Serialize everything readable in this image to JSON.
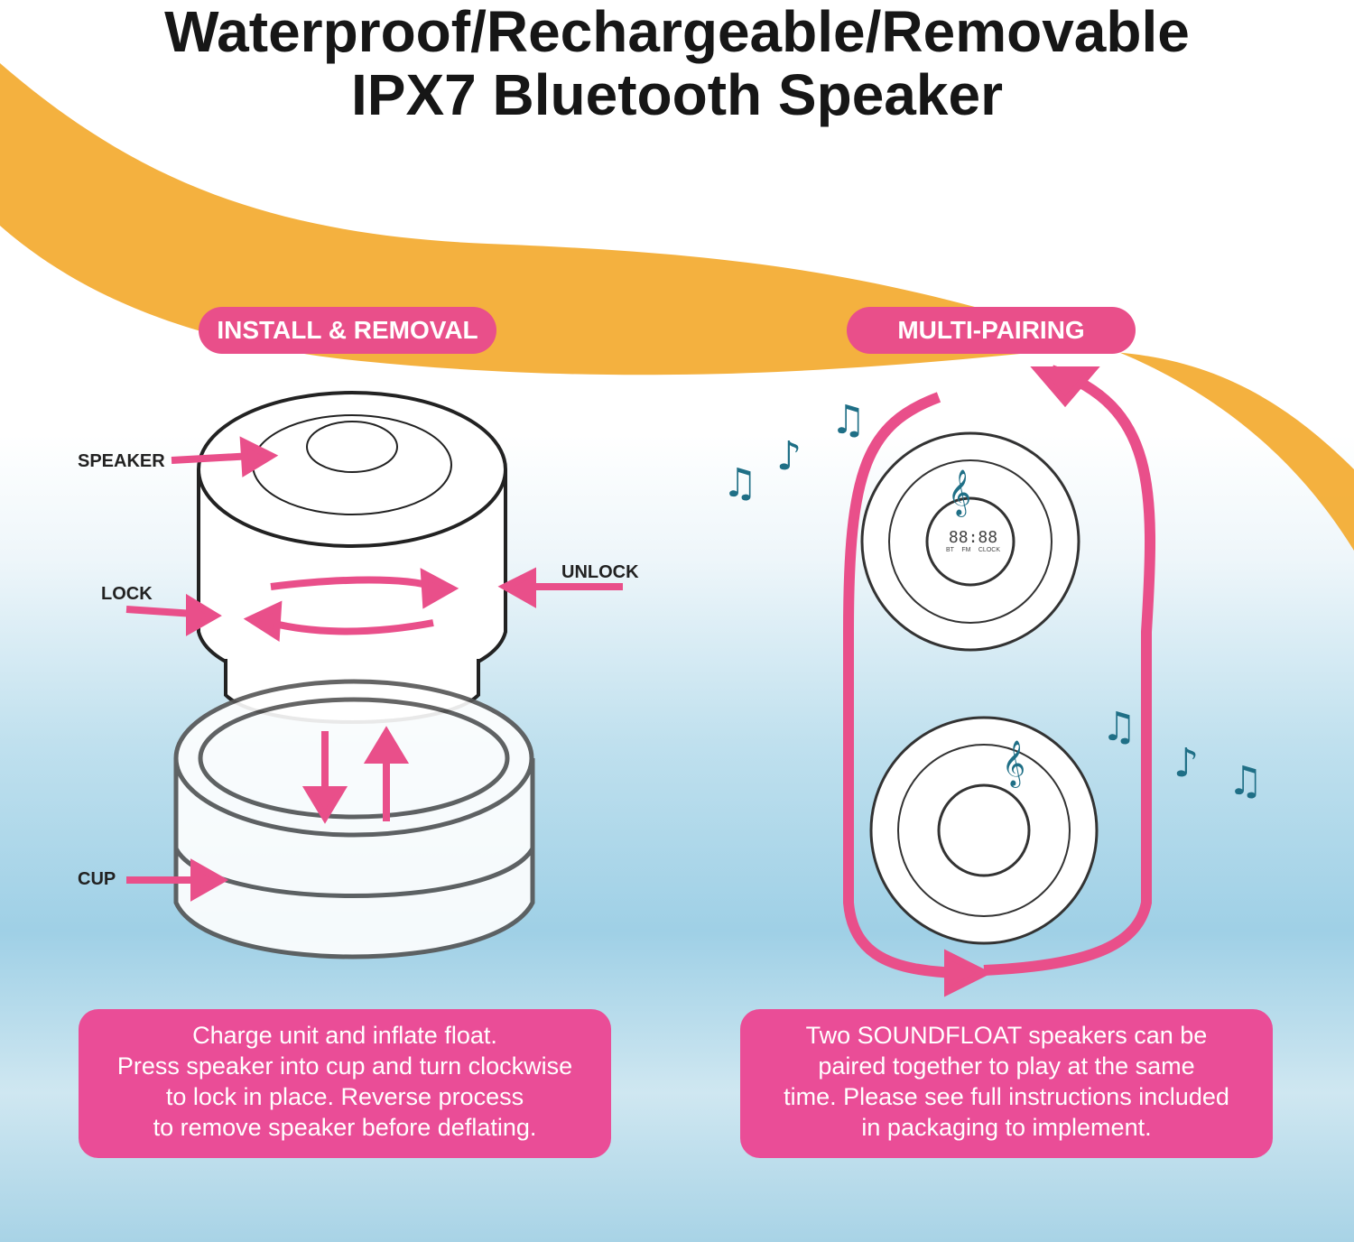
{
  "title": {
    "line1": "Waterproof/Rechargeable/Removable",
    "line2": "IPX7 Bluetooth Speaker"
  },
  "left": {
    "badge": "INSTALL & REMOVAL",
    "labels": {
      "speaker": "SPEAKER",
      "lock": "LOCK",
      "unlock": "UNLOCK",
      "cup": "CUP"
    },
    "caption": [
      "Charge unit and inflate float.",
      "Press speaker into cup and turn clockwise",
      "to lock in place. Reverse process",
      "to remove speaker before deflating."
    ]
  },
  "right": {
    "badge": "MULTI-PAIRING",
    "display": {
      "digits": "88:88",
      "modes": [
        "BT",
        "FM",
        "CLOCK"
      ]
    },
    "caption": [
      "Two SOUNDFLOAT speakers can be",
      "paired together to play at the same",
      "time. Please see full instructions included",
      "in packaging to implement."
    ]
  },
  "colors": {
    "accent": "#e94f8a",
    "swoosh": "#f3a92a",
    "water": "#9fd0e6"
  }
}
